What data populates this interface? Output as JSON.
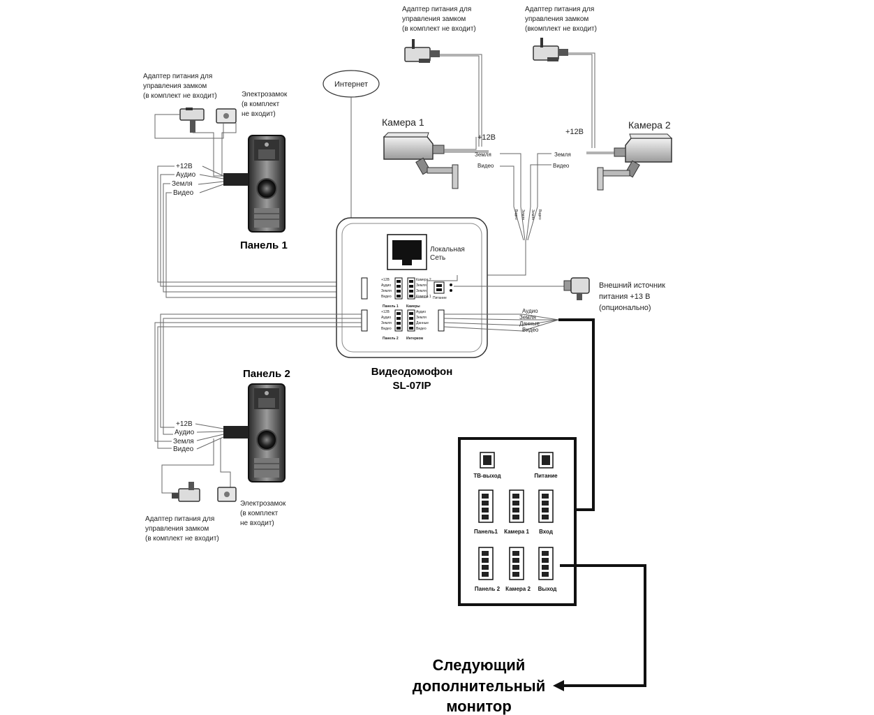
{
  "lock_adapter": {
    "line1": "Адаптер питания для",
    "line2": "управления замком",
    "line3": "(в комплект не входит)"
  },
  "lock_adapter_variant": {
    "line3": "(вкомплект не входит)"
  },
  "electrolock": {
    "line1": "Электрозамок",
    "line2": "(в комплект",
    "line3": "не входит)"
  },
  "internet": "Интернет",
  "camera1": {
    "title": "Камера 1"
  },
  "camera2": {
    "title": "Камера 2"
  },
  "wire_labels": {
    "plus12": "+12В",
    "audio": "Аудио",
    "ground": "Земля",
    "video": "Видео",
    "data": "Данные"
  },
  "panel1": {
    "title": "Панель 1"
  },
  "panel2": {
    "title": "Панель 2"
  },
  "device": {
    "lan_line1": "Локальная",
    "lan_line2": "Сеть",
    "conn_panel1": "Панель 1",
    "conn_cameras": "Камеры",
    "conn_power": "Питание",
    "conn_panel2": "Панель 2",
    "conn_intercom": "Интерком",
    "pin_plus12": "+12В",
    "pin_audio": "Аудио",
    "pin_ground": "Земля",
    "pin_video": "Видео",
    "pin_cam2": "Камера 2",
    "pin_cam1": "Камера 1",
    "pin_data": "Данные",
    "name_line1": "Видеодомофон",
    "name_line2": "SL-07IP"
  },
  "external_power": {
    "line1": "Внешний источник",
    "line2": "питания +13 В",
    "line3": "(опционально)"
  },
  "monitor": {
    "tv_out": "ТВ-выход",
    "power": "Питание",
    "panel1": "Панель1",
    "camera1": "Камера 1",
    "in": "Вход",
    "panel2": "Панель 2",
    "camera2": "Камера 2",
    "out": "Выход"
  },
  "next_monitor": {
    "line1": "Следующий",
    "line2": "дополнительный",
    "line3": "монитор"
  }
}
